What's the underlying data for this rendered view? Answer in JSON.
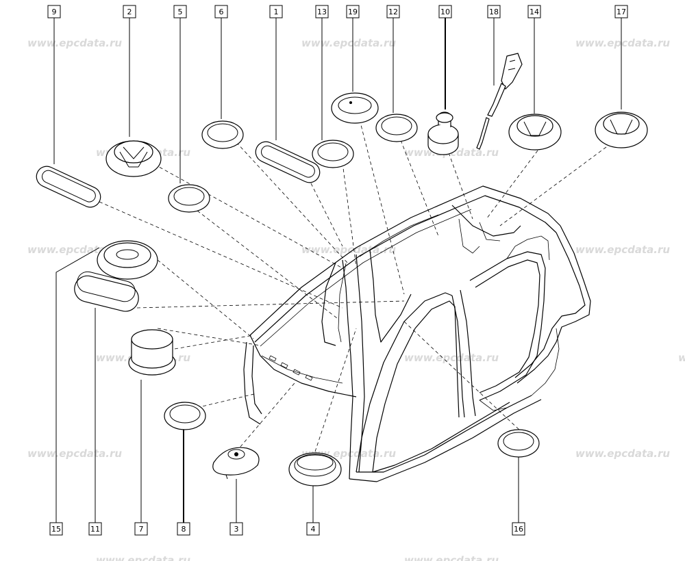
{
  "watermark": {
    "text": "www.epcdata.ru",
    "color": "#d9d9d9"
  },
  "callouts": {
    "top": [
      "9",
      "2",
      "5",
      "6",
      "1",
      "13",
      "19",
      "12",
      "10",
      "18",
      "14",
      "17"
    ],
    "bottom": [
      "15",
      "11",
      "7",
      "8",
      "3",
      "4",
      "16"
    ]
  },
  "parts": [
    {
      "ref": "1",
      "shape": "oval-plug"
    },
    {
      "ref": "2",
      "shape": "grommet-cup"
    },
    {
      "ref": "3",
      "shape": "teardrop-plug"
    },
    {
      "ref": "4",
      "shape": "round-plug-deep"
    },
    {
      "ref": "5",
      "shape": "round-plug"
    },
    {
      "ref": "6",
      "shape": "round-plug"
    },
    {
      "ref": "7",
      "shape": "cap-plug"
    },
    {
      "ref": "8",
      "shape": "round-plug"
    },
    {
      "ref": "9",
      "shape": "oval-plug"
    },
    {
      "ref": "10",
      "shape": "push-cap"
    },
    {
      "ref": "11",
      "shape": "oval-blank"
    },
    {
      "ref": "12",
      "shape": "round-plug"
    },
    {
      "ref": "13",
      "shape": "round-plug"
    },
    {
      "ref": "14",
      "shape": "grommet-cup"
    },
    {
      "ref": "15",
      "shape": "round-plug-large"
    },
    {
      "ref": "16",
      "shape": "round-plug"
    },
    {
      "ref": "17",
      "shape": "grommet-cup"
    },
    {
      "ref": "18",
      "shape": "gas-strut"
    },
    {
      "ref": "19",
      "shape": "round-plug-flat"
    }
  ],
  "icons": [
    "body-side-frame-illustration"
  ]
}
